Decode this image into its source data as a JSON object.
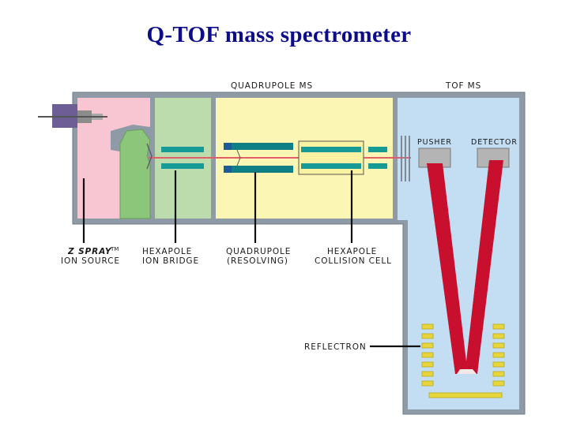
{
  "title": "Q-TOF mass spectrometer",
  "header_labels": {
    "quadrupole_ms": "QUADRUPOLE MS",
    "tof_ms": "TOF MS"
  },
  "component_labels": {
    "pusher": "PUSHER",
    "detector": "DETECTOR",
    "reflectron": "REFLECTRON",
    "zspray_brand": "Z SPRAY",
    "zspray_tm": "TM",
    "ion_source": "ION SOURCE",
    "hexapole_bridge_1": "HEXAPOLE",
    "hexapole_bridge_2": "ION BRIDGE",
    "quadrupole_1": "QUADRUPOLE",
    "quadrupole_2": "(RESOLVING)",
    "hexapole_cell_1": "HEXAPOLE",
    "hexapole_cell_2": "COLLISION CELL"
  },
  "colors": {
    "title": "#0d0d8c",
    "housing": "#8e9aa5",
    "ion_source_region": "#f7c6d2",
    "ion_bridge_region": "#bcdcae",
    "quadrupole_region": "#fbf6b4",
    "tof_region": "#c3def2",
    "rods": "#179a95",
    "ion_path": "#c8102e",
    "reflectron_plates": "#e6d63c"
  }
}
